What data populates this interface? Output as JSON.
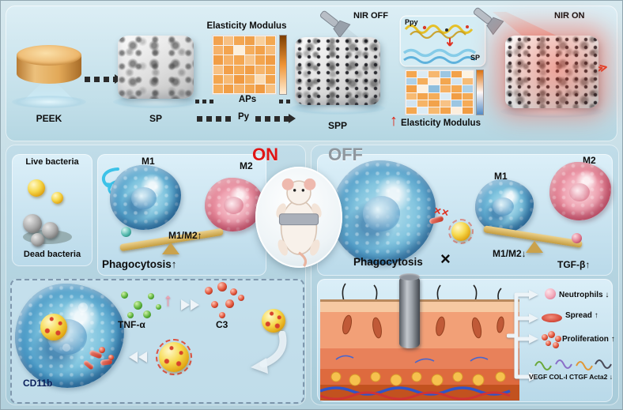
{
  "top": {
    "peek": "PEEK",
    "sp": "SP",
    "spp": "SPP",
    "aps": "APs",
    "py": "Py",
    "modulus_title_left": "Elasticity Modulus",
    "modulus_title_right": "Elasticity Modulus",
    "modulus_up_arrow": "↑",
    "nir_off": "NIR OFF",
    "nir_on": "NIR ON",
    "inset": {
      "ppy": "Ppy",
      "sp": "SP"
    },
    "heat_marks": "≫"
  },
  "heatmaps": {
    "before": {
      "rows": [
        [
          "#f2a24e",
          "#f7c083",
          "#f3a651",
          "#efa04a",
          "#f9d09c",
          "#f3a851"
        ],
        [
          "#f6b269",
          "#f3a44f",
          "#fdf0dc",
          "#f5ad5c",
          "#f2a24b",
          "#f7bb77"
        ],
        [
          "#f19d45",
          "#f6b166",
          "#f4a752",
          "#f8c488",
          "#f3a54f",
          "#f09c44"
        ],
        [
          "#f8c183",
          "#f2a04a",
          "#f5ab58",
          "#f19e46",
          "#f6b56c",
          "#f4a954"
        ],
        [
          "#f3a64f",
          "#f7ba74",
          "#f09a42",
          "#f5af5e",
          "#fbdcb4",
          "#f2a34c"
        ],
        [
          "#f5ad5a",
          "#f19f47",
          "#f6b267",
          "#f3a54e",
          "#f09b43",
          "#f7bf7e"
        ]
      ],
      "colorbar": [
        "#7c3e00",
        "#ef9434",
        "#ffeed6"
      ]
    },
    "after": {
      "rows": [
        [
          "#f4a64f",
          "#dcebf4",
          "#f6b76f",
          "#9cc6e2",
          "#f2a149",
          "#fdf3e2"
        ],
        [
          "#aed1e8",
          "#f5ae5b",
          "#fdeedd",
          "#f3a64f",
          "#d2e4f0",
          "#f7bc76"
        ],
        [
          "#f2a048",
          "#fdf1e0",
          "#8fbedd",
          "#f6b164",
          "#f4a851",
          "#aed1e8"
        ],
        [
          "#f7ba73",
          "#f3a44c",
          "#f5ad59",
          "#dcebf4",
          "#f19d44",
          "#f4aa55"
        ],
        [
          "#d2e4f0",
          "#f6b466",
          "#f2a24a",
          "#f8c285",
          "#9cc6e2",
          "#f5ab57"
        ],
        [
          "#f4a750",
          "#dcebf4",
          "#f7b96f",
          "#f3a34b",
          "#fdeedd",
          "#f09c43"
        ]
      ],
      "colorbar": [
        "#d9730f",
        "#ffffff",
        "#4f8cc9"
      ]
    }
  },
  "left": {
    "on": "ON",
    "live_bacteria": "Live bacteria",
    "dead_bacteria": "Dead bacteria",
    "m1": "M1",
    "m2": "M2",
    "ratio": "M1/M2↑",
    "phagocytosis": "Phagocytosis↑",
    "tnf": "TNF-α",
    "c3": "C3",
    "cd11b": "CD11b",
    "up_arrow": "↑"
  },
  "right": {
    "off": "OFF",
    "phagocytosis": "Phagocytosis",
    "x_big": "×",
    "x_small": "××",
    "m1": "M1",
    "m2": "M2",
    "ratio": "M1/M2↓",
    "tgf": "TGF-β↑",
    "outcomes": [
      {
        "label": "Neutrophils",
        "arrow": "↓"
      },
      {
        "label": "Spread",
        "arrow": "↑"
      },
      {
        "label": "Proliferation",
        "arrow": "↑"
      },
      {
        "label": "VEGF COL-I CTGF Acta2",
        "arrow": "↓"
      }
    ]
  }
}
